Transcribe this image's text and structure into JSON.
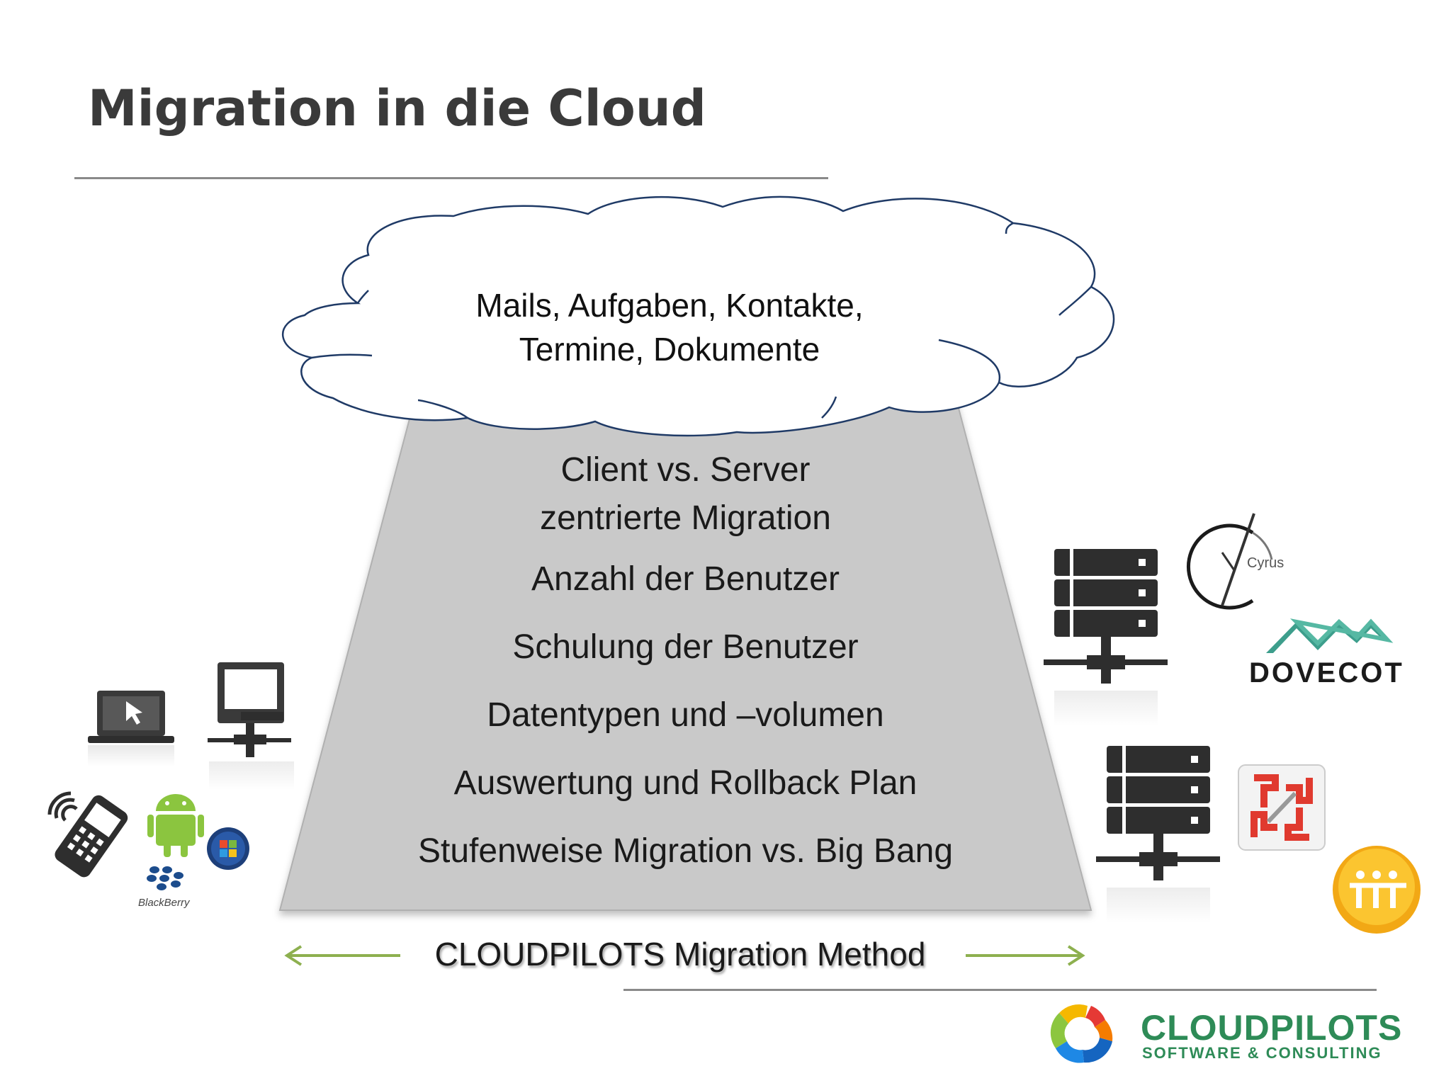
{
  "slide": {
    "title": "Migration in die Cloud"
  },
  "cloud": {
    "line1": "Mails, Aufgaben, Kontakte,",
    "line2": "Termine, Dokumente"
  },
  "pyramid": {
    "items": [
      {
        "line1": "Client vs. Server",
        "line2": "zentrierte Migration"
      },
      {
        "line1": "Anzahl der Benutzer"
      },
      {
        "line1": "Schulung der Benutzer"
      },
      {
        "line1": "Datentypen und –volumen"
      },
      {
        "line1": "Auswertung und Rollback Plan"
      },
      {
        "line1": "Stufenweise Migration vs. Big Bang"
      }
    ]
  },
  "method": {
    "label": "CLOUDPILOTS Migration Method"
  },
  "left_devices": {
    "blackberry_label": "BlackBerry"
  },
  "right_systems": {
    "cyrus_label": "Cyrus",
    "dovecot_label": "DOVECOT"
  },
  "logo": {
    "name": "CLOUDPILOTS",
    "tagline": "SOFTWARE & CONSULTING"
  },
  "colors": {
    "pyramid_fill": "#c9c9c9",
    "arrow": "#8db04f",
    "cloud_stroke": "#1f3a66",
    "brand_green": "#2e8b57"
  },
  "icons": [
    "laptop-icon",
    "desktop-network-icon",
    "mobile-phone-icon",
    "android-icon",
    "windows-icon",
    "blackberry-icon",
    "server-rack-icon",
    "cyrus-logo",
    "dovecot-logo",
    "exchange-logo",
    "zimbra-logo",
    "cloudpilots-logo"
  ]
}
